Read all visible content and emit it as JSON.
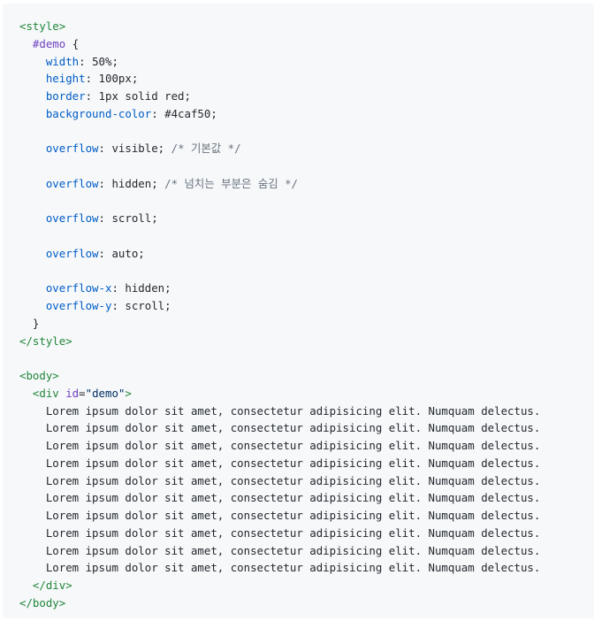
{
  "code": {
    "style_open": "<style>",
    "selector": "#demo",
    "brace_open": " {",
    "decls": [
      {
        "prop": "width",
        "value": " 50%;"
      },
      {
        "prop": "height",
        "value": " 100px;"
      },
      {
        "prop": "border",
        "value": " 1px solid red;"
      },
      {
        "prop": "background-color",
        "value": " #4caf50;"
      }
    ],
    "overflow_blocks": [
      {
        "prop": "overflow",
        "value": " visible; ",
        "comment": "/* 기본값 */"
      },
      {
        "prop": "overflow",
        "value": " hidden; ",
        "comment": "/* 넘치는 부분은 숨김 */"
      },
      {
        "prop": "overflow",
        "value": " scroll;",
        "comment": ""
      },
      {
        "prop": "overflow",
        "value": " auto;",
        "comment": ""
      }
    ],
    "axis_decls": [
      {
        "prop": "overflow-x",
        "value": " hidden;"
      },
      {
        "prop": "overflow-y",
        "value": " scroll;"
      }
    ],
    "brace_close": "}",
    "style_close": "</style>",
    "body_open": "<body>",
    "div_open_start": "<div",
    "div_attr": " id",
    "div_eq": "=",
    "div_val": "\"demo\"",
    "div_open_end": ">",
    "lorem_lines": [
      "Lorem ipsum dolor sit amet, consectetur adipisicing elit. Numquam delectus.",
      "Lorem ipsum dolor sit amet, consectetur adipisicing elit. Numquam delectus.",
      "Lorem ipsum dolor sit amet, consectetur adipisicing elit. Numquam delectus.",
      "Lorem ipsum dolor sit amet, consectetur adipisicing elit. Numquam delectus.",
      "Lorem ipsum dolor sit amet, consectetur adipisicing elit. Numquam delectus.",
      "Lorem ipsum dolor sit amet, consectetur adipisicing elit. Numquam delectus.",
      "Lorem ipsum dolor sit amet, consectetur adipisicing elit. Numquam delectus.",
      "Lorem ipsum dolor sit amet, consectetur adipisicing elit. Numquam delectus.",
      "Lorem ipsum dolor sit amet, consectetur adipisicing elit. Numquam delectus.",
      "Lorem ipsum dolor sit amet, consectetur adipisicing elit. Numquam delectus."
    ],
    "div_close": "</div>",
    "body_close": "</body>"
  }
}
